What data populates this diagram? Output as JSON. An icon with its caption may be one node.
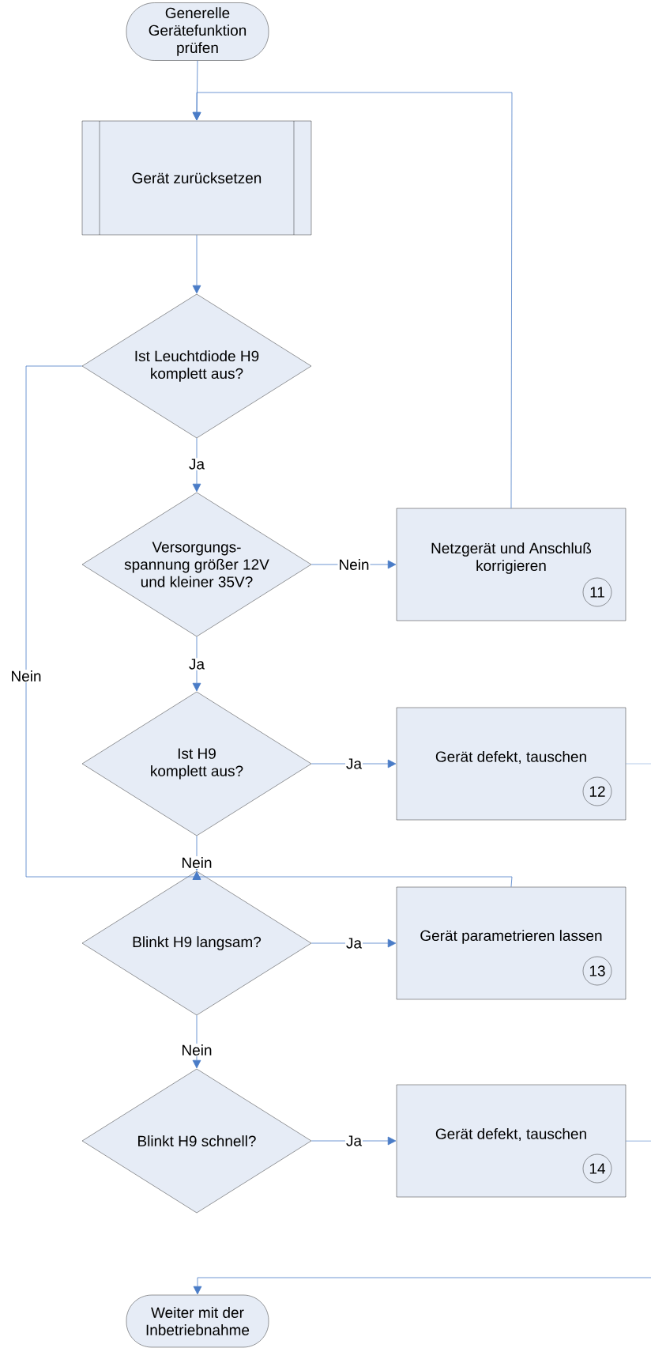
{
  "diagram": {
    "nodes": [
      {
        "text": [
          "Generelle Gerätefunktion prüfen"
        ]
      },
      {
        "text": [
          "Gerät zurücksetzen"
        ]
      },
      {
        "text": [
          "Ist Leuchtdiode H9 komplett aus?"
        ]
      },
      {
        "text": [
          "Versorgungs- spannung größer 12V und kleiner 35V?"
        ]
      },
      {
        "text": [
          "Netzgerät und Anschluß korrigieren",
          "11"
        ]
      },
      {
        "text": [
          "Ist H9 komplett aus?"
        ]
      },
      {
        "text": [
          "Gerät defekt, tauschen",
          "12"
        ]
      },
      {
        "text": [
          "Blinkt H9 langsam?"
        ]
      },
      {
        "text": [
          "Gerät parametrieren lassen",
          "13"
        ]
      },
      {
        "text": [
          "Blinkt H9 schnell?"
        ]
      },
      {
        "text": [
          "Gerät defekt, tauschen",
          "14"
        ]
      },
      {
        "text": [
          "Weiter mit der Inbetriebnahme"
        ]
      }
    ],
    "edges": [
      {
        "from": 0,
        "to": 1,
        "arrow": "to"
      },
      {
        "from": 1,
        "to": 2,
        "arrow": "to"
      },
      {
        "from": 2,
        "to": 3,
        "arrow": "to",
        "label": "Ja"
      },
      {
        "from": 2,
        "to": 7,
        "arrow": "to",
        "label": "Nein"
      },
      {
        "from": 3,
        "to": 4,
        "arrow": "to",
        "label": "Nein"
      },
      {
        "from": 4,
        "to": 1,
        "arrow": "to"
      },
      {
        "from": 3,
        "to": 5,
        "arrow": "to",
        "label": "Ja"
      },
      {
        "from": 5,
        "to": 6,
        "arrow": "to",
        "label": "Ja"
      },
      {
        "from": 5,
        "to": 7,
        "arrow": "to",
        "label": "Nein"
      },
      {
        "from": 6,
        "to": null,
        "arrow": "none"
      },
      {
        "from": 7,
        "to": 8,
        "arrow": "to",
        "label": "Ja"
      },
      {
        "from": 8,
        "to": 7,
        "arrow": "to"
      },
      {
        "from": 7,
        "to": 9,
        "arrow": "to",
        "label": "Nein"
      },
      {
        "from": 9,
        "to": 10,
        "arrow": "to",
        "label": "Ja"
      },
      {
        "from": 10,
        "to": null,
        "arrow": "none"
      },
      {
        "from": null,
        "to": 11,
        "arrow": "to"
      }
    ]
  }
}
